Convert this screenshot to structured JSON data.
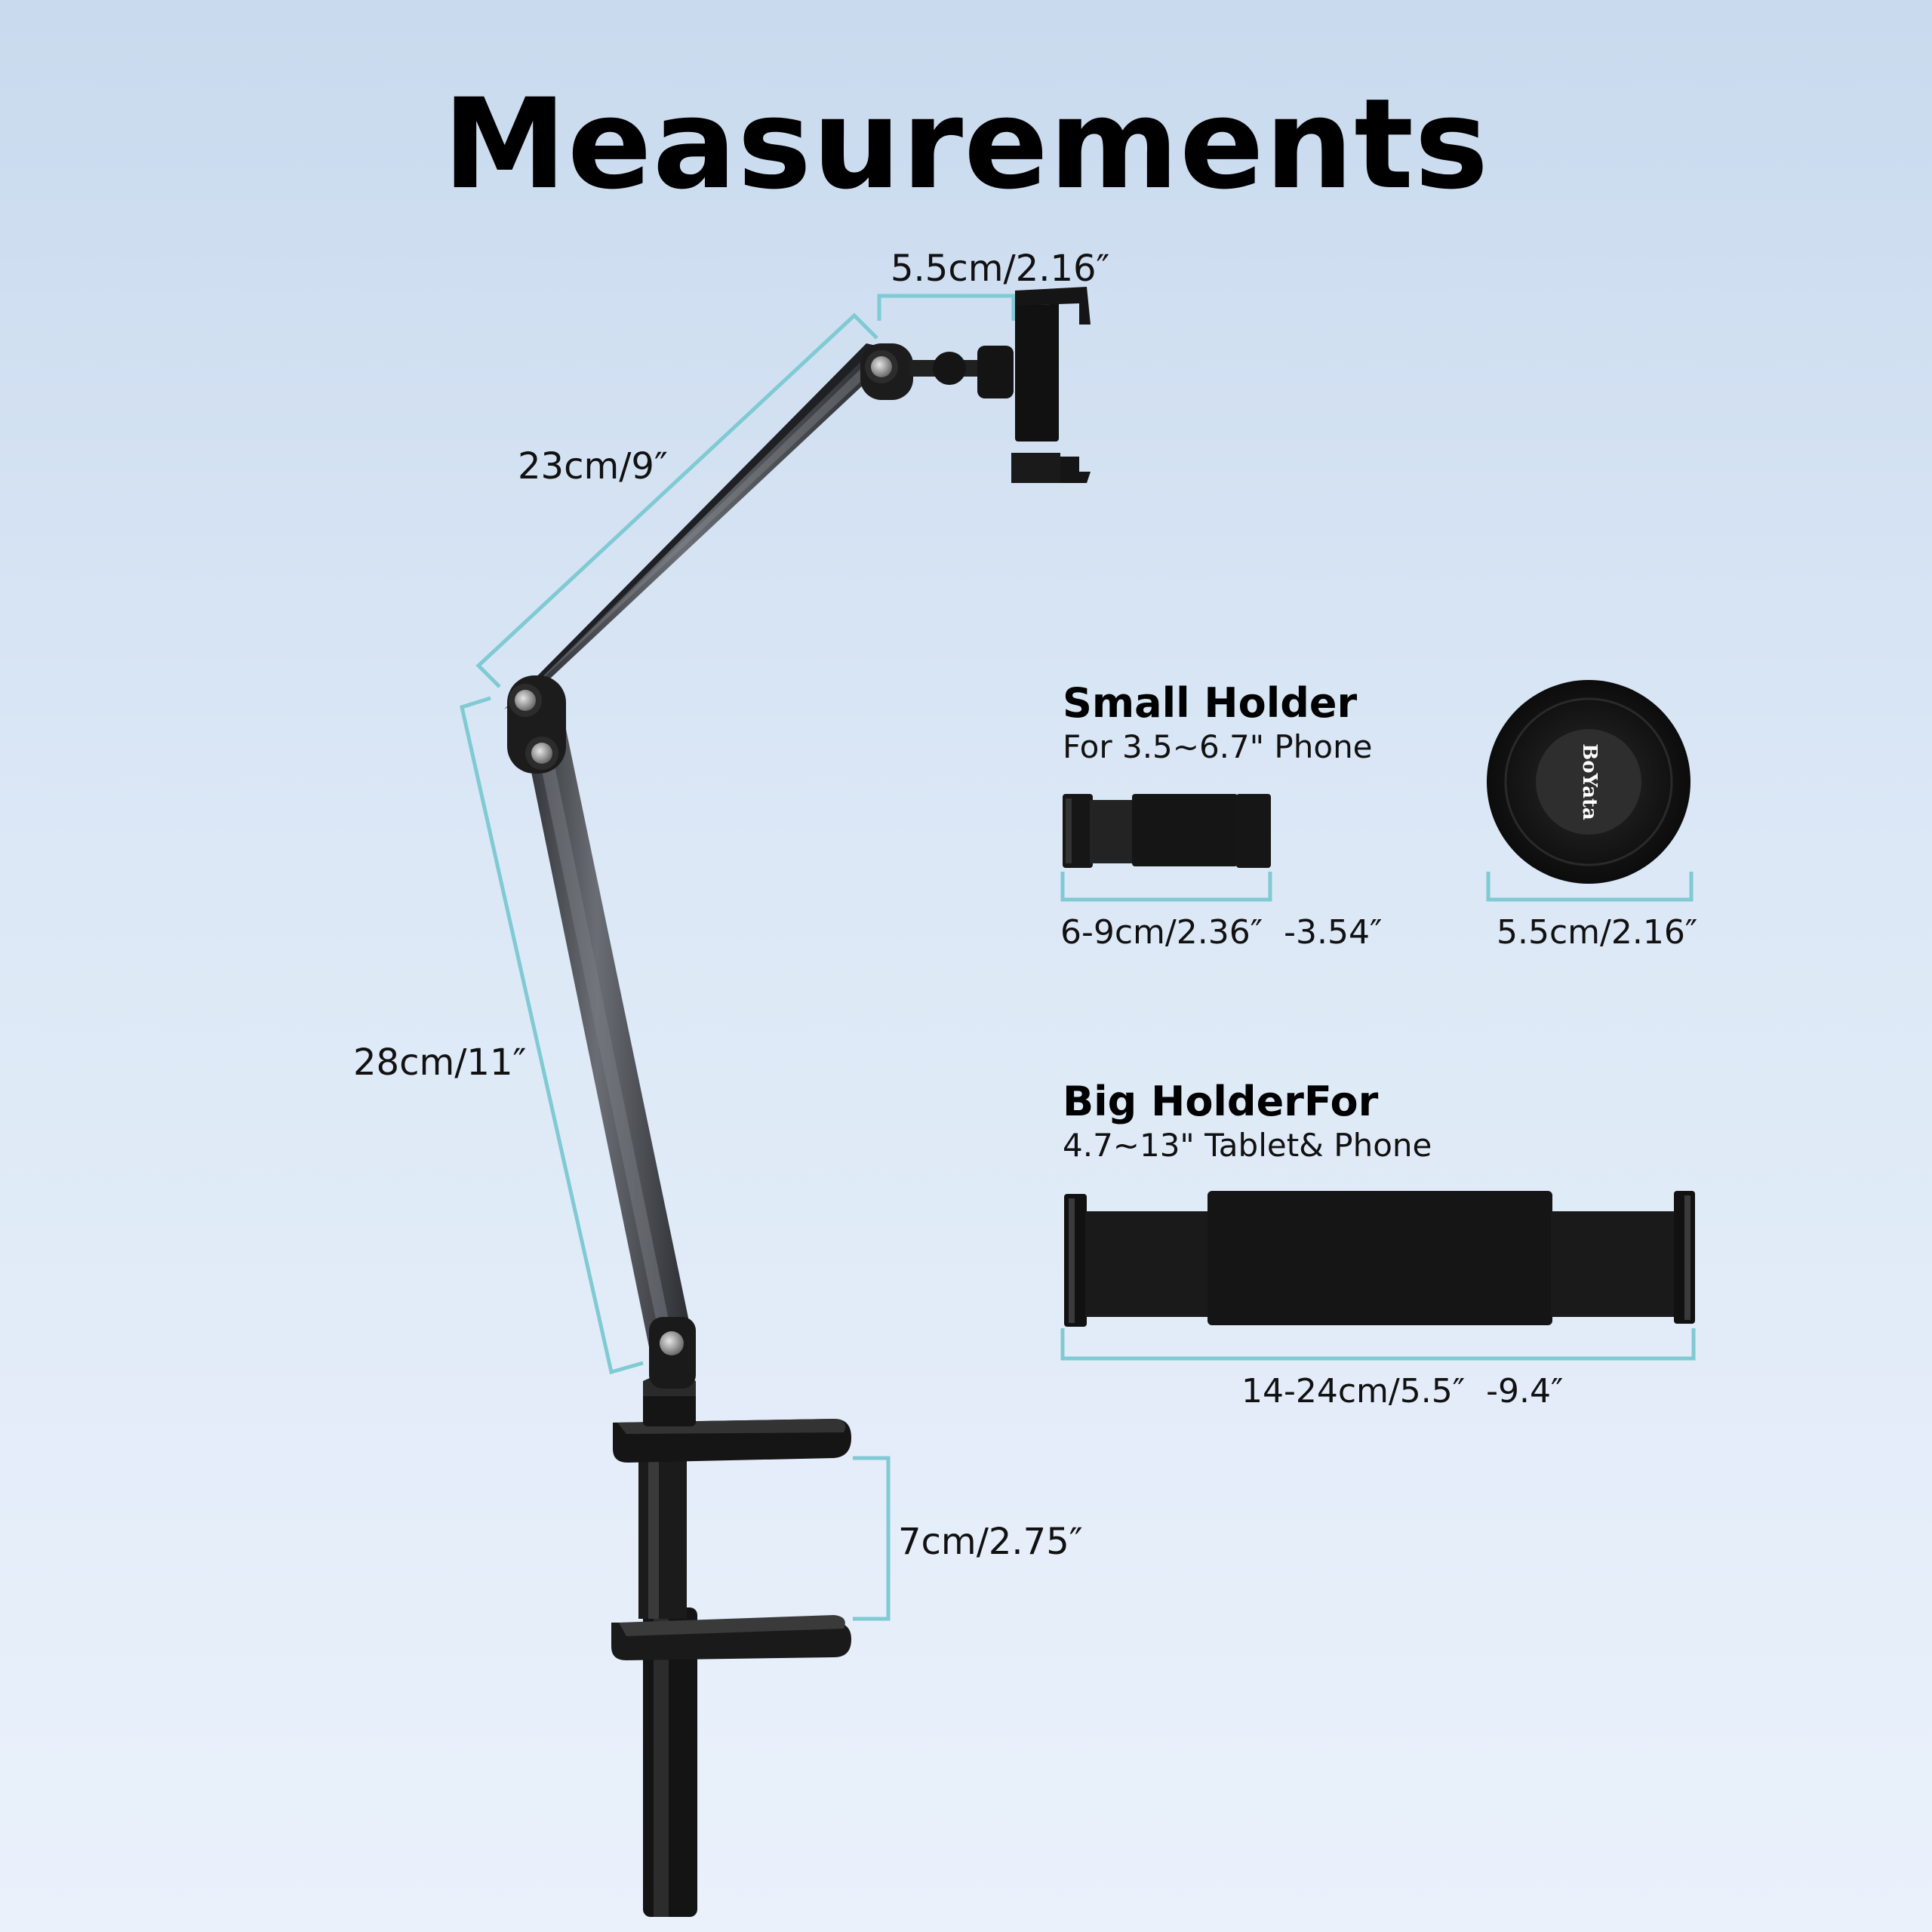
{
  "title": "Measurements",
  "arm": {
    "holder_width": "5.5cm/2.16″",
    "upper_arm": "23cm/9″",
    "lower_arm": "28cm/11″",
    "clamp_range": "7cm/2.75″"
  },
  "small_holder": {
    "heading": "Small Holder",
    "subtitle": "For 3.5~6.7\" Phone",
    "range": "6-9cm/2.36″  -3.54″"
  },
  "magnet_base": {
    "brand": "BoYata",
    "diameter": "5.5cm/2.16″"
  },
  "big_holder": {
    "heading": "Big HolderFor",
    "subtitle": "4.7~13\" Tablet& Phone",
    "range": "14-24cm/5.5″  -9.4″"
  },
  "colors": {
    "dimension_line": "#7fcad3",
    "arm_dark": "#2b2d31",
    "arm_light": "#5d6167",
    "black": "#111111"
  }
}
